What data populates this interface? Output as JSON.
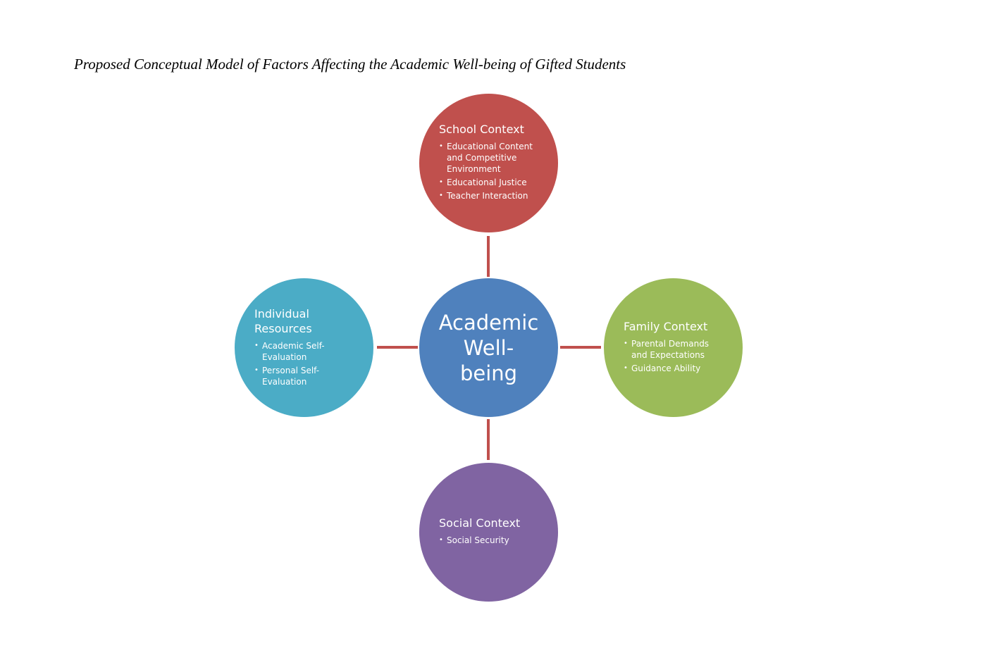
{
  "title": "Proposed Conceptual Model of Factors Affecting the Academic Well-being of Gifted Students",
  "colors": {
    "school": "#C0504D",
    "center": "#4F81BD",
    "family": "#9BBB59",
    "social": "#8064A2",
    "individual": "#4BACC6",
    "connector": "#C0504D"
  },
  "center": {
    "label_lines": [
      "Academic",
      "Well-",
      "being"
    ]
  },
  "school": {
    "heading": "School Context",
    "items": [
      "Educational Content and Competitive Environment",
      "Educational Justice",
      "Teacher Interaction"
    ]
  },
  "individual": {
    "heading": "Individual Resources",
    "items": [
      "Academic Self-Evaluation",
      "Personal Self-Evaluation"
    ]
  },
  "family": {
    "heading": "Family Context",
    "items": [
      "Parental Demands and Expectations",
      "Guidance Ability"
    ]
  },
  "social": {
    "heading": "Social Context",
    "items": [
      "Social Security"
    ]
  }
}
